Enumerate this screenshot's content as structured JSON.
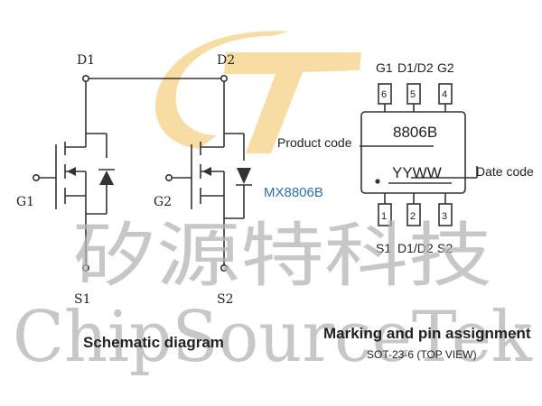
{
  "schematic": {
    "pin_d1": "D1",
    "pin_d2": "D2",
    "pin_g1": "G1",
    "pin_g2": "G2",
    "pin_s1": "S1",
    "pin_s2": "S2",
    "caption": "Schematic diagram"
  },
  "package": {
    "top_pins": [
      {
        "number": "6",
        "label": "G1"
      },
      {
        "number": "5",
        "label": "D1/D2"
      },
      {
        "number": "4",
        "label": "G2"
      }
    ],
    "bottom_pins": [
      {
        "number": "1",
        "label": "S1"
      },
      {
        "number": "2",
        "label": "D1/D2"
      },
      {
        "number": "3",
        "label": "S2"
      }
    ],
    "product_code": "8806B",
    "date_code": "YYWW",
    "product_code_label": "Product code",
    "date_code_label": "Date code",
    "caption": "Marking and pin assignment",
    "sub_caption": "SOT-23-6 (TOP VIEW)"
  },
  "part_number": "MX8806B",
  "watermark": {
    "chinese": "矽源特科技",
    "english": "ChipSourceTek",
    "logo_color": "#f2c25a"
  },
  "colors": {
    "line": "#333333",
    "text": "#222222",
    "part_number": "#2e6fb5",
    "watermark_text": "#b5b5b5"
  }
}
